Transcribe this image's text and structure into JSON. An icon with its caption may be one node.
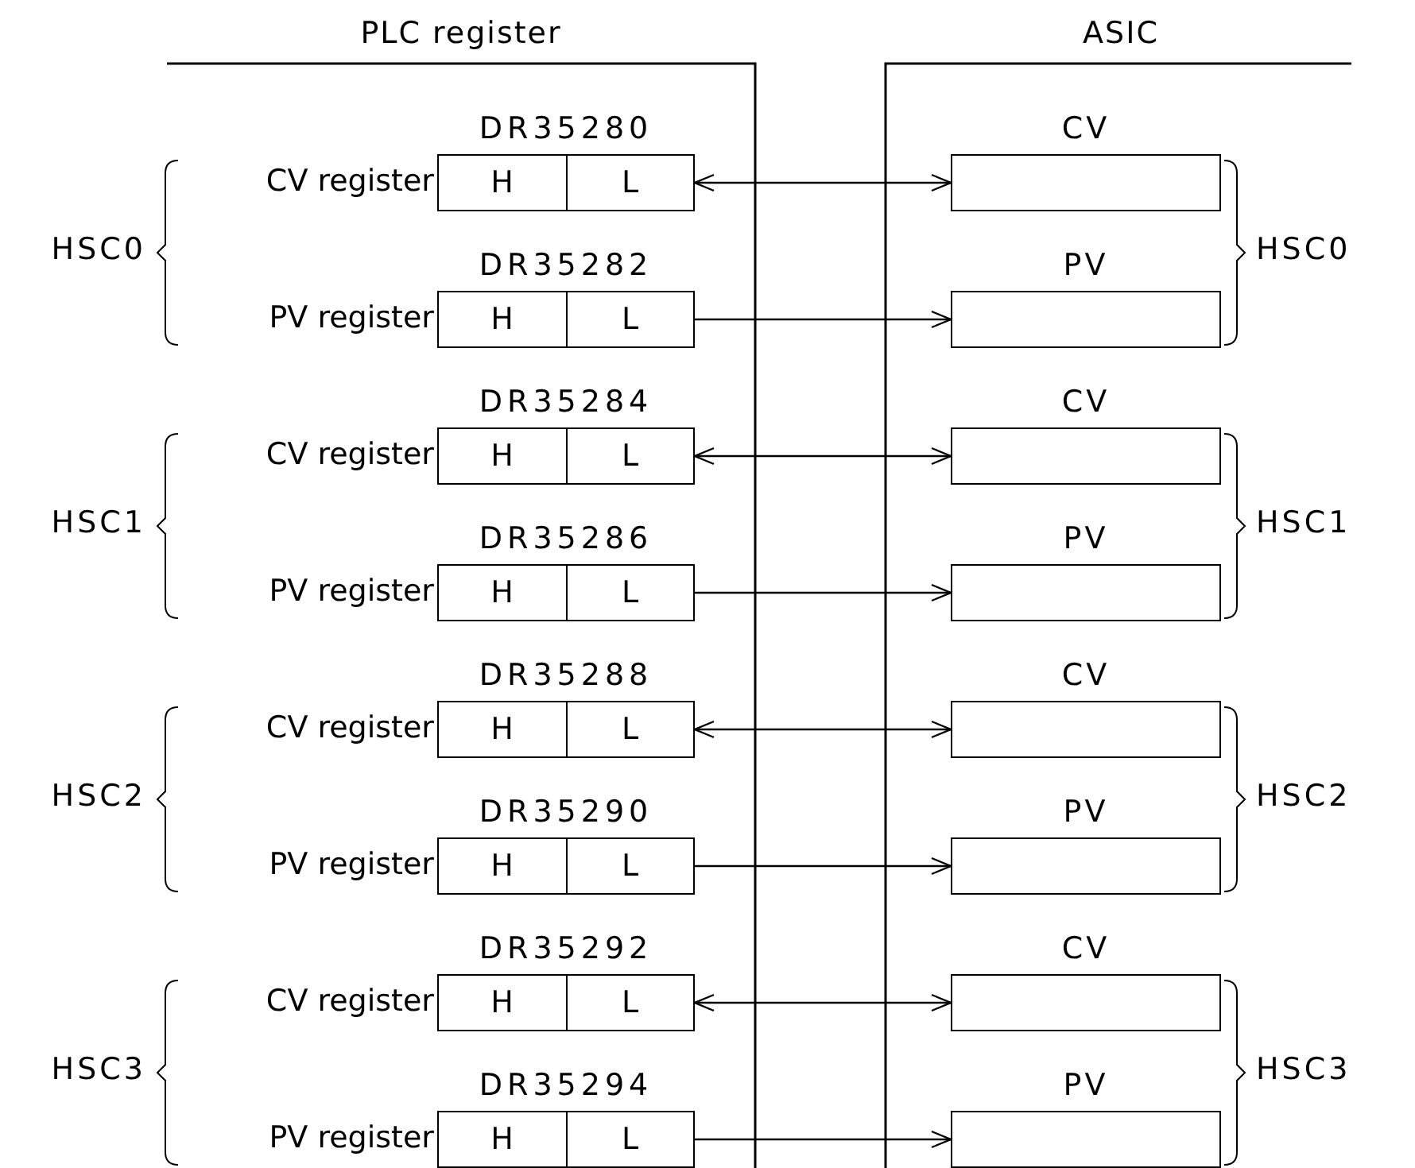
{
  "diagram": {
    "nodes": [
      {
        "text": [
          "H",
          "L"
        ],
        "beside": [
          "DR35280",
          "CV register"
        ]
      },
      {
        "text": [],
        "shape": "box",
        "beside": [
          "CV"
        ]
      },
      {
        "text": [
          "H",
          "L"
        ],
        "beside": [
          "DR35282",
          "PV register"
        ]
      },
      {
        "text": [],
        "shape": "box",
        "beside": [
          "PV"
        ]
      },
      {
        "text": [
          "H",
          "L"
        ],
        "beside": [
          "DR35284",
          "CV register"
        ]
      },
      {
        "text": [],
        "shape": "box",
        "beside": [
          "CV"
        ]
      },
      {
        "text": [
          "H",
          "L"
        ],
        "beside": [
          "DR35286",
          "PV register"
        ]
      },
      {
        "text": [],
        "shape": "box",
        "beside": [
          "PV"
        ]
      },
      {
        "text": [
          "H",
          "L"
        ],
        "beside": [
          "DR35288",
          "CV register"
        ]
      },
      {
        "text": [],
        "shape": "box",
        "beside": [
          "CV"
        ]
      },
      {
        "text": [
          "H",
          "L"
        ],
        "beside": [
          "DR35290",
          "PV register"
        ]
      },
      {
        "text": [],
        "shape": "box",
        "beside": [
          "PV"
        ]
      },
      {
        "text": [
          "H",
          "L"
        ],
        "beside": [
          "DR35292",
          "CV register"
        ]
      },
      {
        "text": [],
        "shape": "box",
        "beside": [
          "CV"
        ]
      },
      {
        "text": [
          "H",
          "L"
        ],
        "beside": [
          "DR35294",
          "PV register"
        ]
      },
      {
        "text": [],
        "shape": "box",
        "beside": [
          "PV"
        ]
      }
    ],
    "edges": [
      {
        "from": 0,
        "to": 1,
        "arrow": "both"
      },
      {
        "from": 2,
        "to": 3,
        "arrow": "to"
      },
      {
        "from": 4,
        "to": 5,
        "arrow": "both"
      },
      {
        "from": 6,
        "to": 7,
        "arrow": "to"
      },
      {
        "from": 8,
        "to": 9,
        "arrow": "both"
      },
      {
        "from": 10,
        "to": 11,
        "arrow": "to"
      },
      {
        "from": 12,
        "to": 13,
        "arrow": "both"
      },
      {
        "from": 14,
        "to": 15,
        "arrow": "to"
      }
    ],
    "labels": [
      "PLC register",
      "ASIC",
      "HSC0",
      "HSC0",
      "HSC1",
      "HSC1",
      "HSC2",
      "HSC2",
      "HSC3",
      "HSC3"
    ]
  }
}
